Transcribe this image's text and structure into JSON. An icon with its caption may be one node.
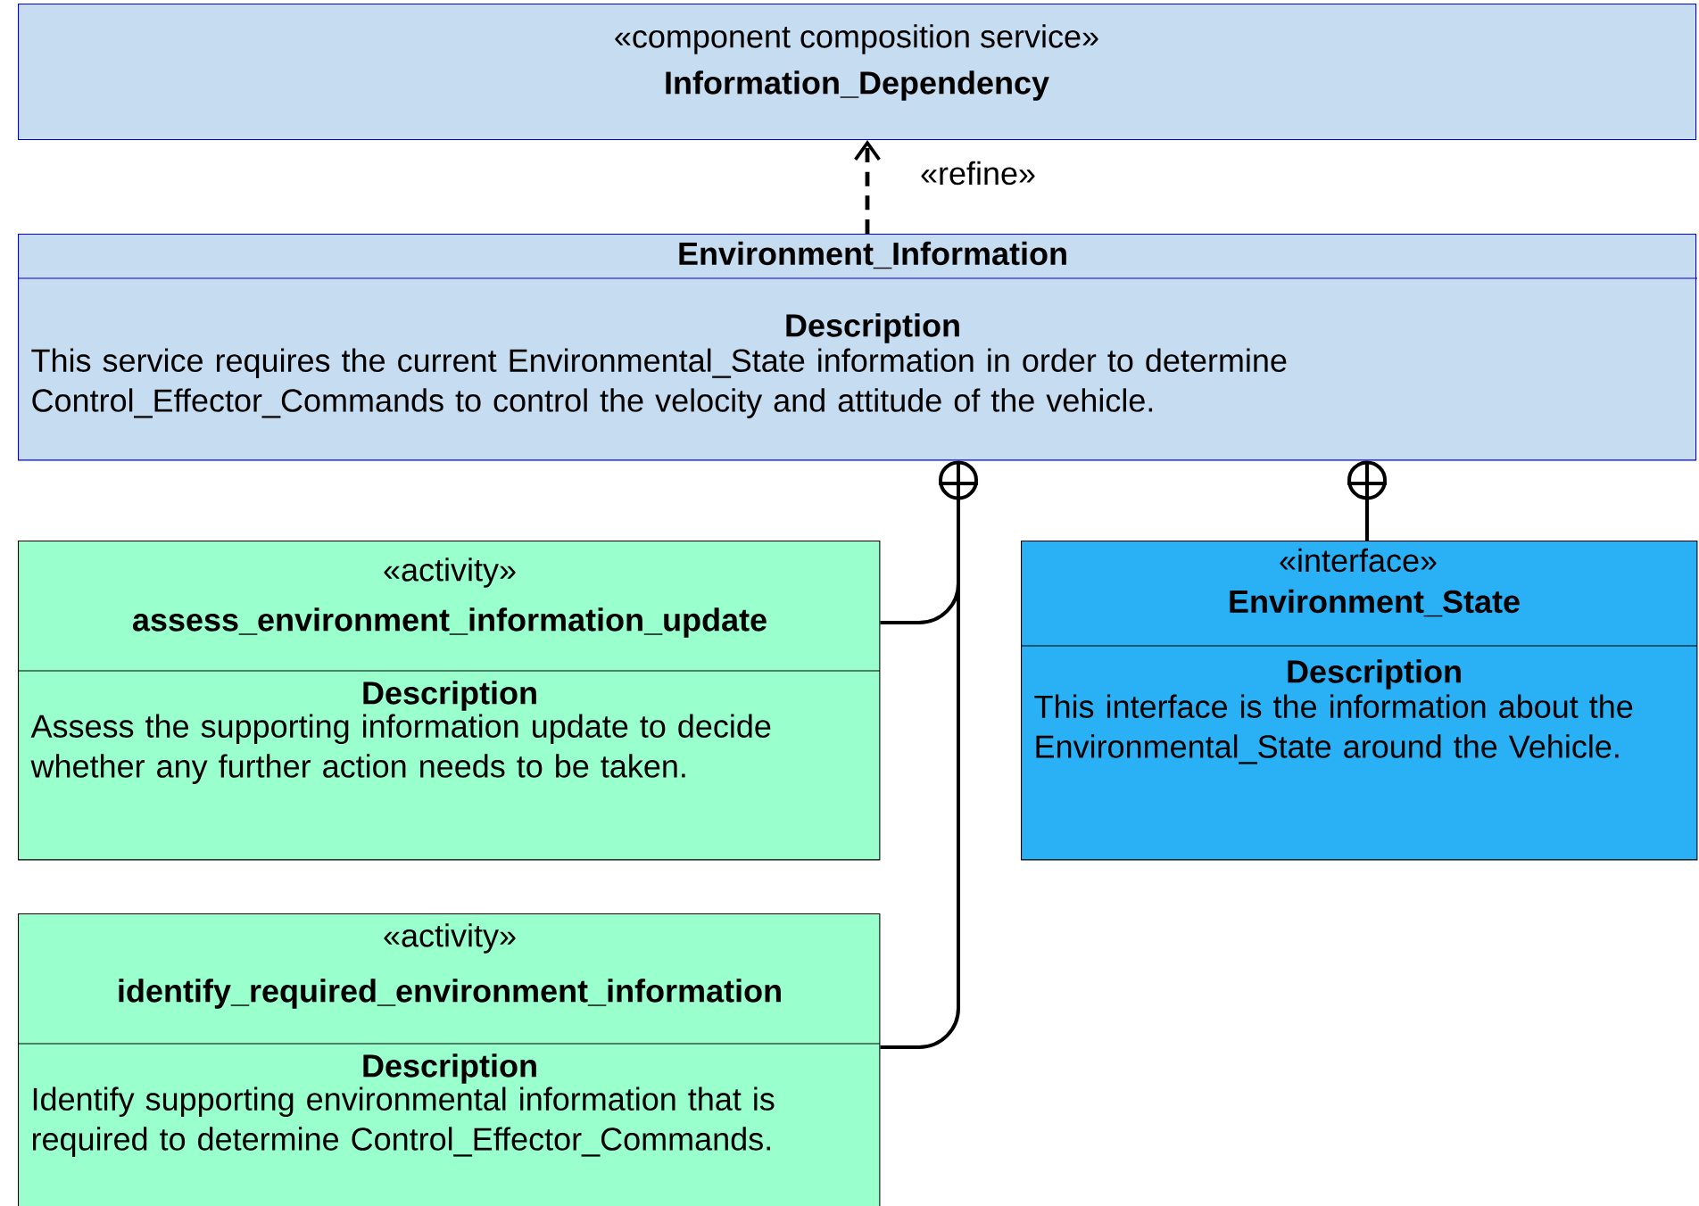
{
  "diagram": {
    "nodes": [
      {
        "text": [
          "«component composition service»",
          "Information_Dependency"
        ]
      },
      {
        "text": [
          "Environment_Information",
          "Description",
          "This service requires the current Environmental_State information in order to determine Control_Effector_Commands to control the velocity and attitude of the vehicle."
        ]
      },
      {
        "text": [
          "«activity»",
          "assess_environment_information_update",
          "Description",
          "Assess the supporting information update to decide whether any further action needs to be taken."
        ]
      },
      {
        "text": [
          "«activity»",
          "identify_required_environment_information",
          "Description",
          "Identify supporting environmental information that is required to determine Control_Effector_Commands."
        ]
      },
      {
        "text": [
          "«interface»",
          "Environment_State",
          "Description",
          "This interface is the information about the Environmental_State around the Vehicle."
        ]
      }
    ],
    "edges": [
      {
        "from": 1,
        "to": 0,
        "arrow": "to",
        "style": "dashed",
        "label": "«refine»"
      },
      {
        "from": 2,
        "to": 1,
        "arrow": "other"
      },
      {
        "from": 3,
        "to": 1,
        "arrow": "other"
      },
      {
        "from": 4,
        "to": 1,
        "arrow": "other"
      }
    ]
  }
}
